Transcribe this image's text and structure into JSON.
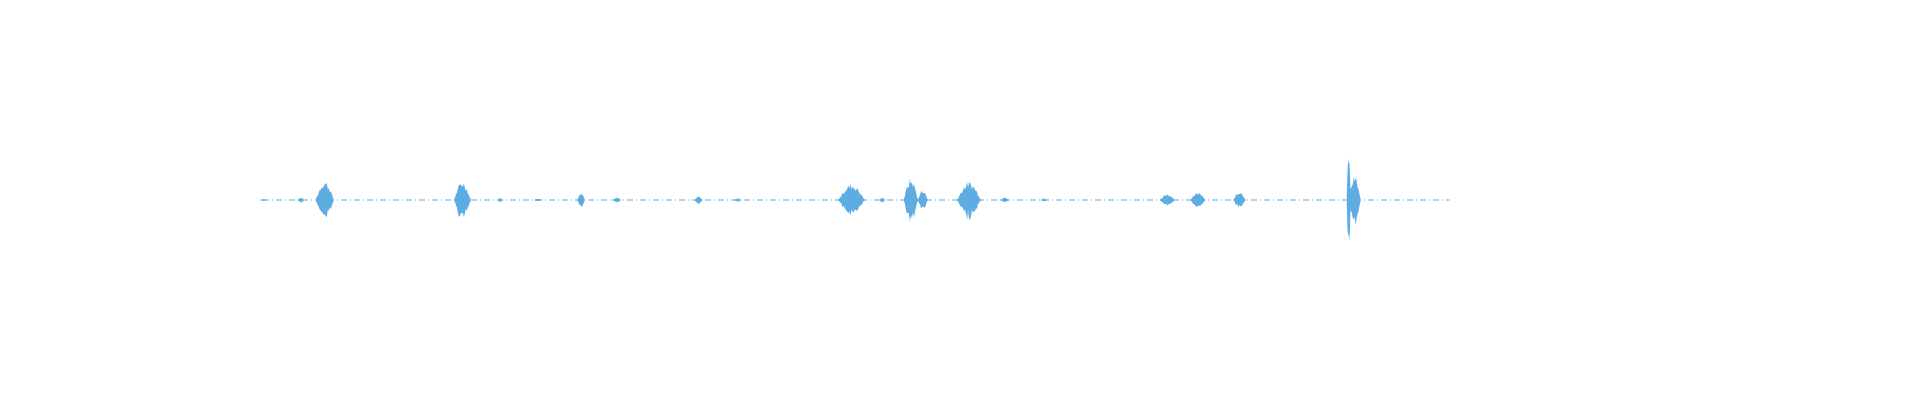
{
  "waveform": {
    "color": "#5dade2",
    "background": "#ffffff",
    "duration_fraction_start": 0.137,
    "duration_fraction_end": 0.755,
    "bursts": [
      {
        "pos": 0.0,
        "amp": 0.02,
        "width": 0.004
      },
      {
        "pos": 0.032,
        "amp": 0.05,
        "width": 0.005
      },
      {
        "pos": 0.052,
        "amp": 0.36,
        "width": 0.015
      },
      {
        "pos": 0.168,
        "amp": 0.35,
        "width": 0.014
      },
      {
        "pos": 0.2,
        "amp": 0.04,
        "width": 0.004
      },
      {
        "pos": 0.232,
        "amp": 0.03,
        "width": 0.006
      },
      {
        "pos": 0.268,
        "amp": 0.15,
        "width": 0.006
      },
      {
        "pos": 0.298,
        "amp": 0.05,
        "width": 0.007
      },
      {
        "pos": 0.367,
        "amp": 0.07,
        "width": 0.006
      },
      {
        "pos": 0.4,
        "amp": 0.03,
        "width": 0.005
      },
      {
        "pos": 0.496,
        "amp": 0.3,
        "width": 0.022
      },
      {
        "pos": 0.522,
        "amp": 0.05,
        "width": 0.004
      },
      {
        "pos": 0.546,
        "amp": 0.4,
        "width": 0.012
      },
      {
        "pos": 0.556,
        "amp": 0.2,
        "width": 0.008
      },
      {
        "pos": 0.595,
        "amp": 0.34,
        "width": 0.02
      },
      {
        "pos": 0.625,
        "amp": 0.06,
        "width": 0.006
      },
      {
        "pos": 0.658,
        "amp": 0.03,
        "width": 0.004
      },
      {
        "pos": 0.762,
        "amp": 0.12,
        "width": 0.012
      },
      {
        "pos": 0.788,
        "amp": 0.16,
        "width": 0.012
      },
      {
        "pos": 0.823,
        "amp": 0.17,
        "width": 0.01
      },
      {
        "pos": 0.915,
        "amp": 1.0,
        "width": 0.003
      },
      {
        "pos": 0.92,
        "amp": 0.45,
        "width": 0.01
      }
    ]
  }
}
